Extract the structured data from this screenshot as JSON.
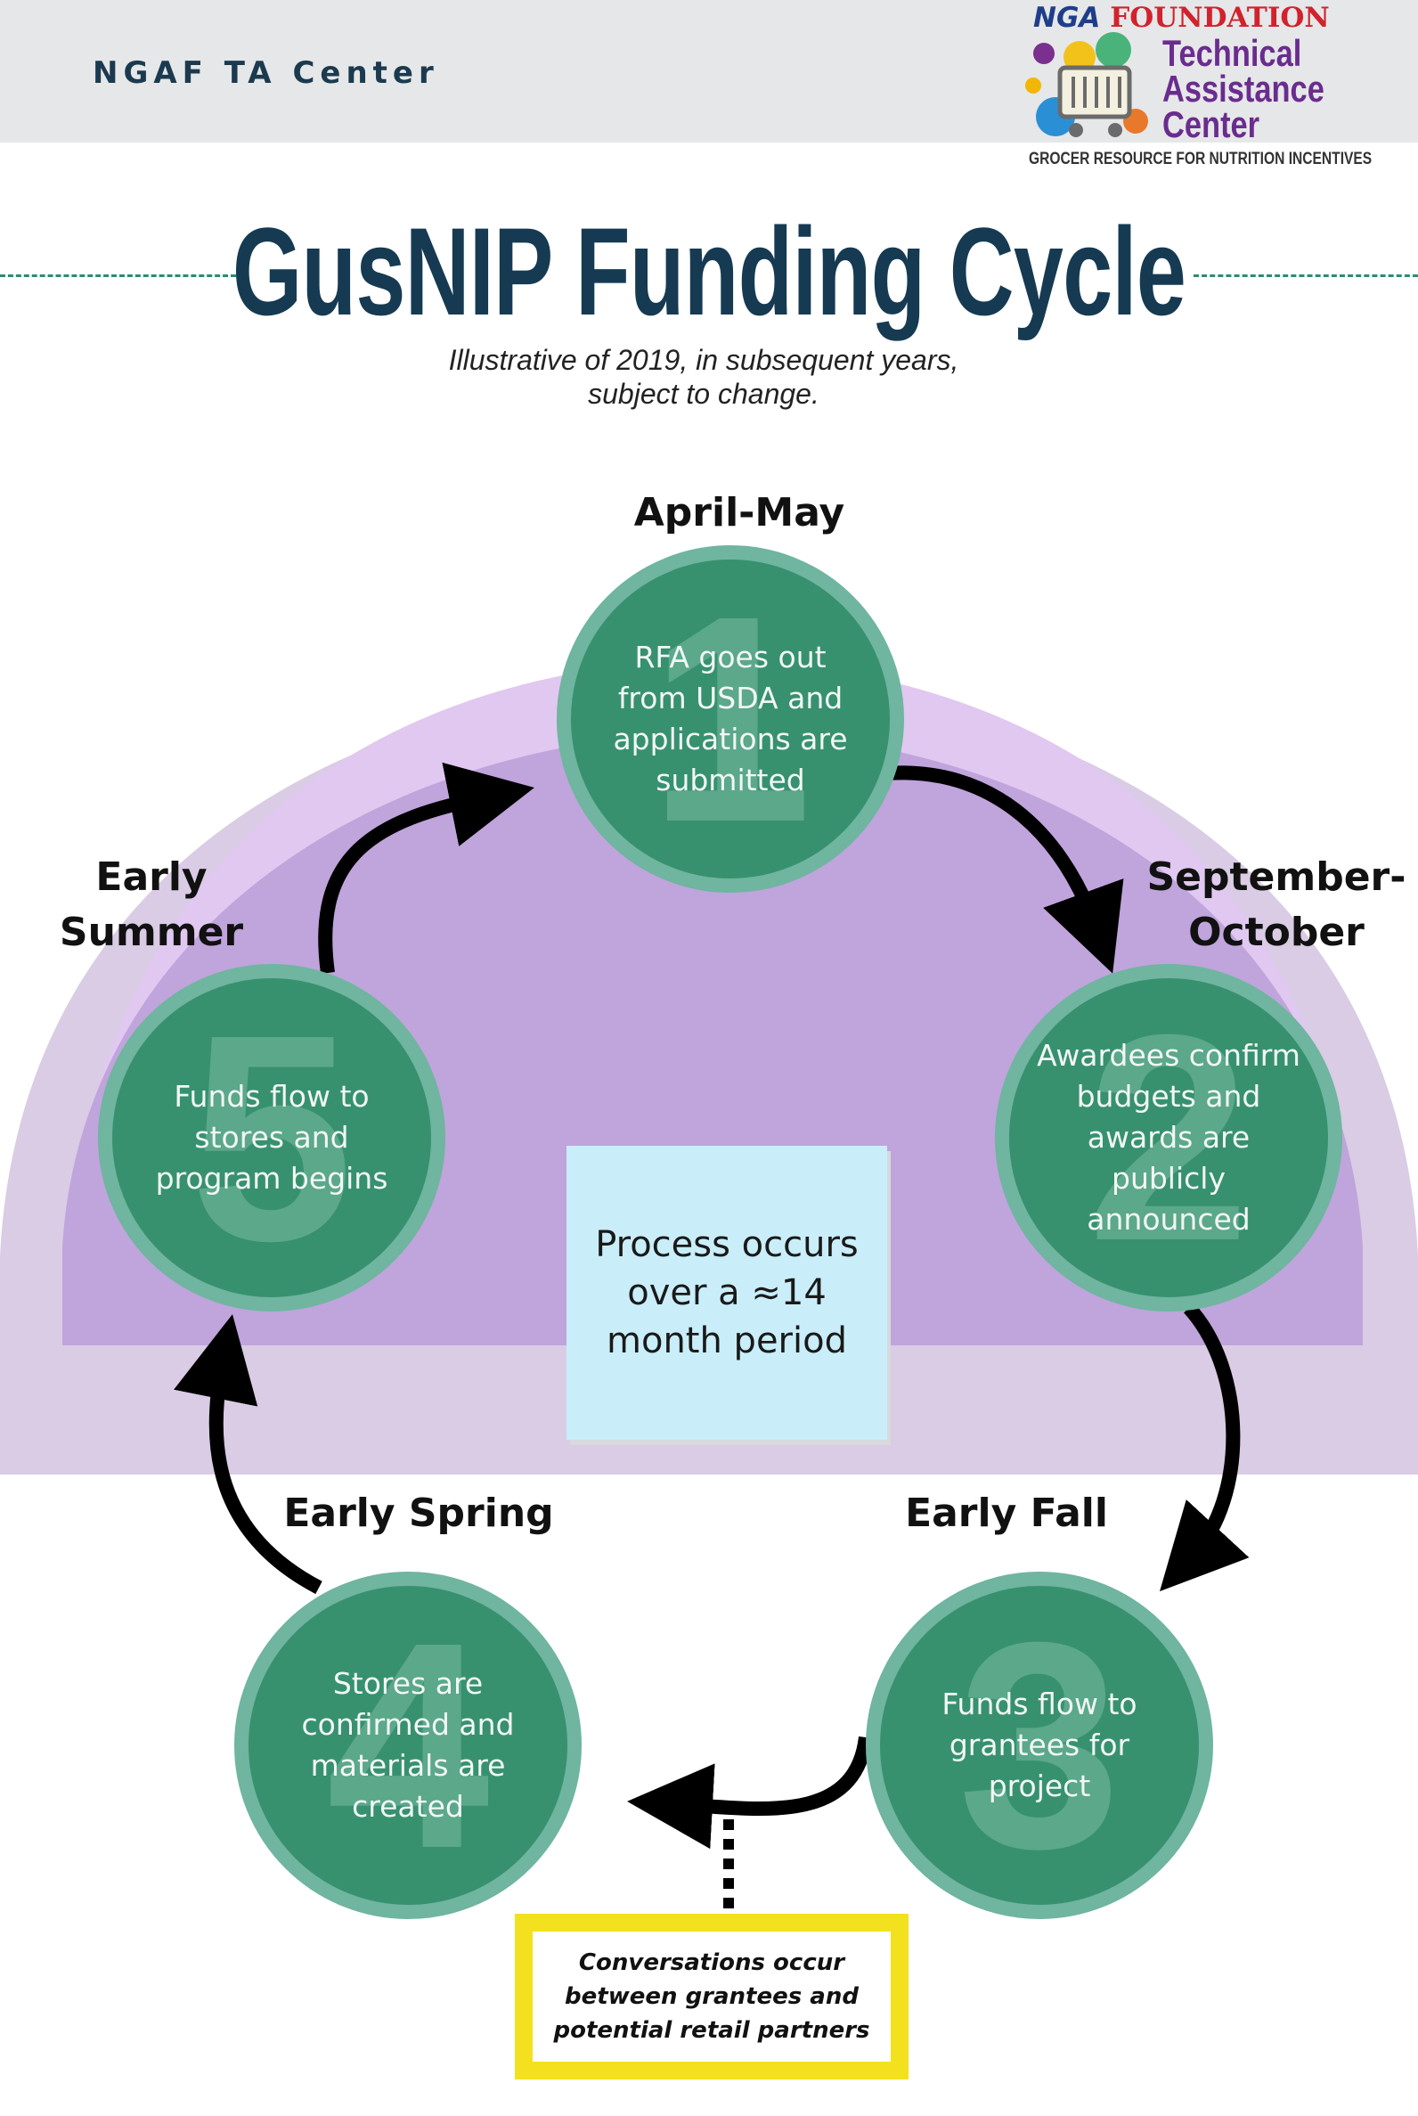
{
  "header": {
    "org_label": "NGAF TA Center",
    "logo": {
      "brand": "NGA",
      "foundation": "FOUNDATION",
      "lines": [
        "Technical",
        "Assistance",
        "Center"
      ],
      "tagline": "GROCER RESOURCE FOR NUTRITION INCENTIVES"
    }
  },
  "title": "GusNIP Funding Cycle",
  "subtitle_line1": "Illustrative of 2019, in subsequent years,",
  "subtitle_line2": "subject to change.",
  "stages": [
    {
      "number": "1",
      "label": "April-May",
      "text": "RFA goes out from USDA and applications are submitted"
    },
    {
      "number": "2",
      "label_line1": "September-",
      "label_line2": "October",
      "text": "Awardees confirm budgets and awards are publicly announced"
    },
    {
      "number": "3",
      "label": "Early Fall",
      "text": "Funds flow to grantees for project"
    },
    {
      "number": "4",
      "label": "Early Spring",
      "text": "Stores are confirmed and materials are created"
    },
    {
      "number": "5",
      "label_line1": "Early",
      "label_line2": "Summer",
      "text": "Funds flow to stores and program begins"
    }
  ],
  "center_note": "Process occurs over a ≈14 month period",
  "callout": "Conversations occur between grantees and potential retail partners",
  "colors": {
    "node_fill": "#37916f",
    "node_ring": "#6fb59f",
    "backdrop_outer": "#e0c8f0",
    "backdrop_inner": "#c0a4dc",
    "note_fill": "#c9eef9",
    "callout_border": "#f3e11f",
    "title": "#163a52"
  }
}
